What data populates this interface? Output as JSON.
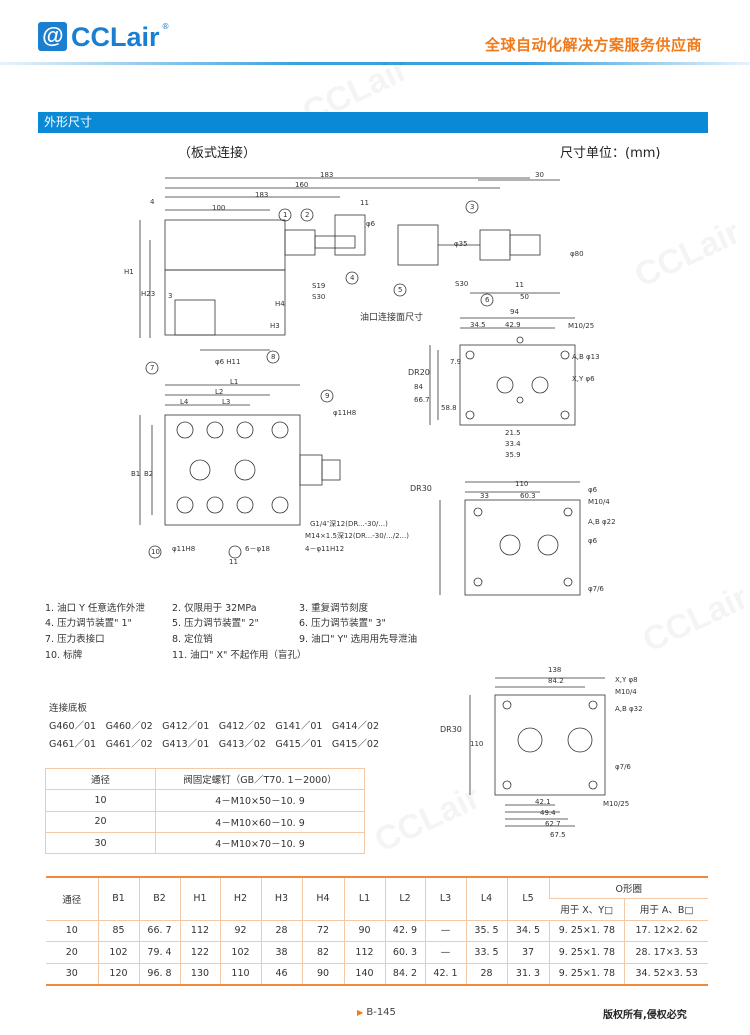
{
  "header": {
    "logo_mark": "@",
    "logo_text": "CCLair",
    "logo_reg": "®",
    "slogan": "全球自动化解决方案服务供应商",
    "accent": "#0a8ad6",
    "slogan_color": "#f07a1a"
  },
  "section": {
    "title": "外形尺寸",
    "mount_type": "（板式连接）",
    "unit": "尺寸单位：(mm)"
  },
  "drawings": {
    "top_dims": [
      "183",
      "160",
      "183",
      "100",
      "4",
      "11",
      "30",
      "S19",
      "S30",
      "H1",
      "H23",
      "H4",
      "H3",
      "3",
      "φ6 H11",
      "φ35",
      "S30",
      "11",
      "50",
      "φ80",
      "φ6"
    ],
    "callouts": [
      "1",
      "2",
      "3",
      "4",
      "5",
      "6",
      "7",
      "8",
      "9",
      "10",
      "11"
    ],
    "plan_dims": [
      "L1",
      "L2",
      "L4",
      "L3",
      "B1",
      "B2",
      "φ11H8",
      "φ11H8",
      "6－φ18",
      "4－φ11H12",
      "G1/4″深12(DR...-30/...)",
      "M14×1.5深12(DR...-30/.../2...)"
    ],
    "face_title": "油口连接面尺寸",
    "dr20": {
      "label": "DR20",
      "dims": [
        "94",
        "34.5",
        "42.9",
        "M10/25",
        "A,B φ13",
        "X,Y φ6",
        "84",
        "66.7",
        "58.8",
        "7.9",
        "21.5",
        "33.4",
        "35.9"
      ]
    },
    "dr30a": {
      "label": "DR30",
      "dims": [
        "110",
        "33",
        "60.3",
        "φ6",
        "M10/4",
        "A,B φ22",
        "φ6",
        "φ7/6"
      ]
    },
    "dr30b": {
      "label": "DR30",
      "dims": [
        "138",
        "84.2",
        "X,Y φ8",
        "M10/4",
        "A,B φ32",
        "φ7/6",
        "110",
        "M10/25",
        "42.1",
        "49.4",
        "62.7",
        "67.5"
      ]
    }
  },
  "legend": [
    "1. 油口 Y 任意选作外泄",
    "2. 仅限用于 32MPa",
    "3. 重复调节刻度",
    "4. 压力调节装置\" 1\"",
    "5. 压力调节装置\" 2\"",
    "6. 压力调节装置\" 3\"",
    "7. 压力表接口",
    "8. 定位销",
    "9. 油口\" Y\" 选用用先导泄油",
    "10. 标牌",
    "11. 油口\" X\" 不起作用（盲孔）"
  ],
  "subplates": {
    "title": "连接底板",
    "row1": "G460／01　G460／02　G412／01　G412／02　G141／01　G414／02",
    "row2": "G461／01　G461／02　G413／01　G413／02　G415／01　G415／02"
  },
  "bolt_table": {
    "headers": [
      "通径",
      "阀固定螺钉（GB／T70. 1－2000）"
    ],
    "rows": [
      [
        "10",
        "4－M10×50－10. 9"
      ],
      [
        "20",
        "4－M10×60－10. 9"
      ],
      [
        "30",
        "4－M10×70－10. 9"
      ]
    ]
  },
  "dim_table": {
    "headers": [
      "通径",
      "B1",
      "B2",
      "H1",
      "H2",
      "H3",
      "H4",
      "L1",
      "L2",
      "L3",
      "L4",
      "L5"
    ],
    "oring": "O形圈",
    "oring_sub": [
      "用于 X、Y□",
      "用于 A、B□"
    ],
    "rows": [
      [
        "10",
        "85",
        "66. 7",
        "112",
        "92",
        "28",
        "72",
        "90",
        "42. 9",
        "—",
        "35. 5",
        "34. 5",
        "9. 25×1. 78",
        "17. 12×2. 62"
      ],
      [
        "20",
        "102",
        "79. 4",
        "122",
        "102",
        "38",
        "82",
        "112",
        "60. 3",
        "—",
        "33. 5",
        "37",
        "9. 25×1. 78",
        "28. 17×3. 53"
      ],
      [
        "30",
        "120",
        "96. 8",
        "130",
        "110",
        "46",
        "90",
        "140",
        "84. 2",
        "42. 1",
        "28",
        "31. 3",
        "9. 25×1. 78",
        "34. 52×3. 53"
      ]
    ]
  },
  "footer": {
    "page": "B-145",
    "copyright": "版权所有,侵权必究"
  },
  "watermark": "CCLair"
}
